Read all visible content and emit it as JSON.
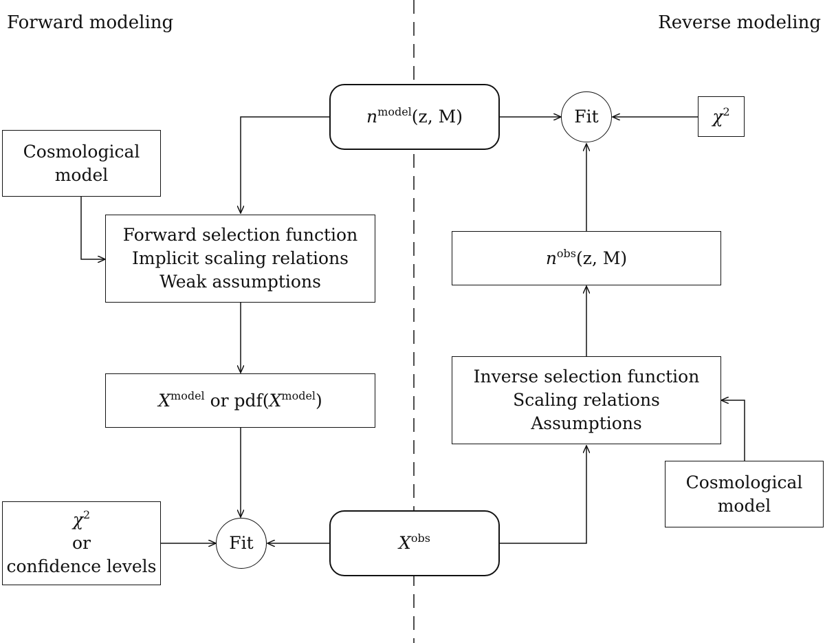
{
  "headers": {
    "left": "Forward modeling",
    "right": "Reverse modeling"
  },
  "nodes": {
    "n_model": {
      "base": "n",
      "sup": "model",
      "args": "(z, M)"
    },
    "fit_right": "Fit",
    "chi2_right": {
      "base": "χ",
      "sup": "2"
    },
    "cosmo_left": [
      "Cosmological",
      "model"
    ],
    "forward_sel": [
      "Forward selection function",
      "Implicit scaling relations",
      "Weak assumptions"
    ],
    "n_obs": {
      "base": "n",
      "sup": "obs",
      "args": "(z, M)"
    },
    "x_model": {
      "base": "X",
      "sup": "model",
      "mid": " or pdf(",
      "base2": "X",
      "sup2": "model",
      "end": ")"
    },
    "inverse_sel": [
      "Inverse selection function",
      "Scaling relations",
      "Assumptions"
    ],
    "cosmo_right": [
      "Cosmological",
      "model"
    ],
    "chi2_left": {
      "base": "χ",
      "sup": "2",
      "line2": "or",
      "line3": "confidence levels"
    },
    "fit_left": "Fit",
    "x_obs": {
      "base": "X",
      "sup": "obs"
    }
  }
}
